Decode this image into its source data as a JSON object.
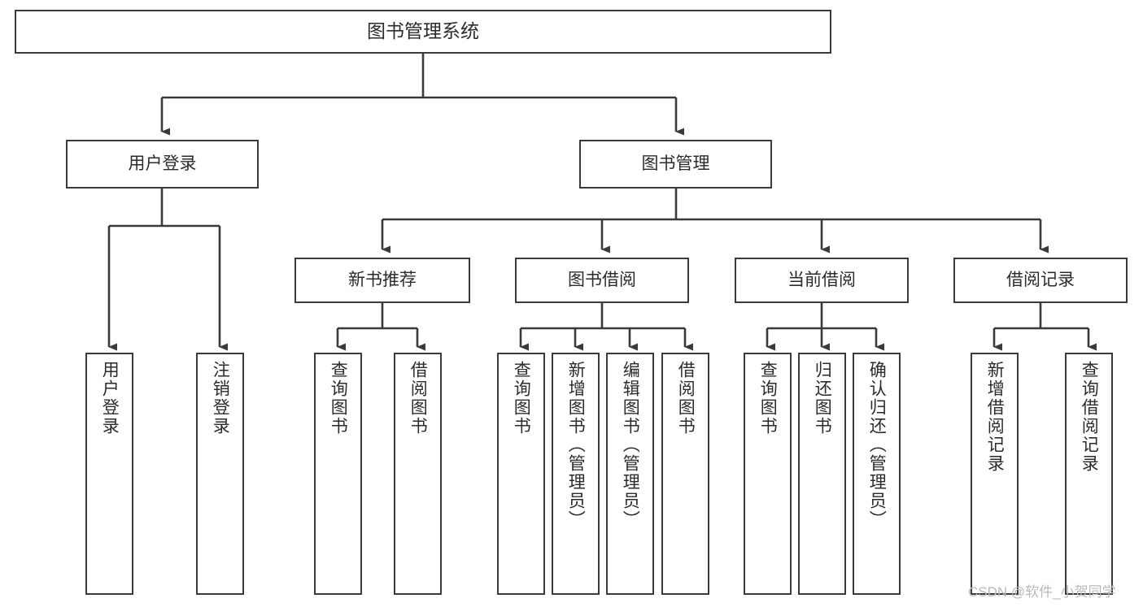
{
  "diagram": {
    "title": "图书管理系统",
    "type": "tree-hierarchy",
    "line_color": "#3a3a3a",
    "box_fill": "#ffffff",
    "text_color": "#2b2b2b",
    "watermark": "CSDN @软件_小贺同学",
    "nodes": {
      "root": {
        "label": "图书管理系统"
      },
      "user_login": {
        "label": "用户登录"
      },
      "book_manage": {
        "label": "图书管理"
      },
      "new_book_rec": {
        "label": "新书推荐"
      },
      "book_borrow": {
        "label": "图书借阅"
      },
      "current_borrow": {
        "label": "当前借阅"
      },
      "borrow_record": {
        "label": "借阅记录"
      },
      "leaf_user_login": {
        "label": "用户登录"
      },
      "leaf_logout": {
        "label": "注销登录"
      },
      "leaf_query_book_a": {
        "label": "查询图书"
      },
      "leaf_borrow_book_a": {
        "label": "借阅图书"
      },
      "leaf_query_book_b": {
        "label": "查询图书"
      },
      "leaf_add_book": {
        "label": "新增图书（管理员）"
      },
      "leaf_edit_book": {
        "label": "编辑图书（管理员）"
      },
      "leaf_borrow_book_b": {
        "label": "借阅图书"
      },
      "leaf_query_book_c": {
        "label": "查询图书"
      },
      "leaf_return_book": {
        "label": "归还图书"
      },
      "leaf_confirm_return": {
        "label": "确认归还（管理员）"
      },
      "leaf_add_record": {
        "label": "新增借阅记录"
      },
      "leaf_query_record": {
        "label": "查询借阅记录"
      }
    }
  }
}
